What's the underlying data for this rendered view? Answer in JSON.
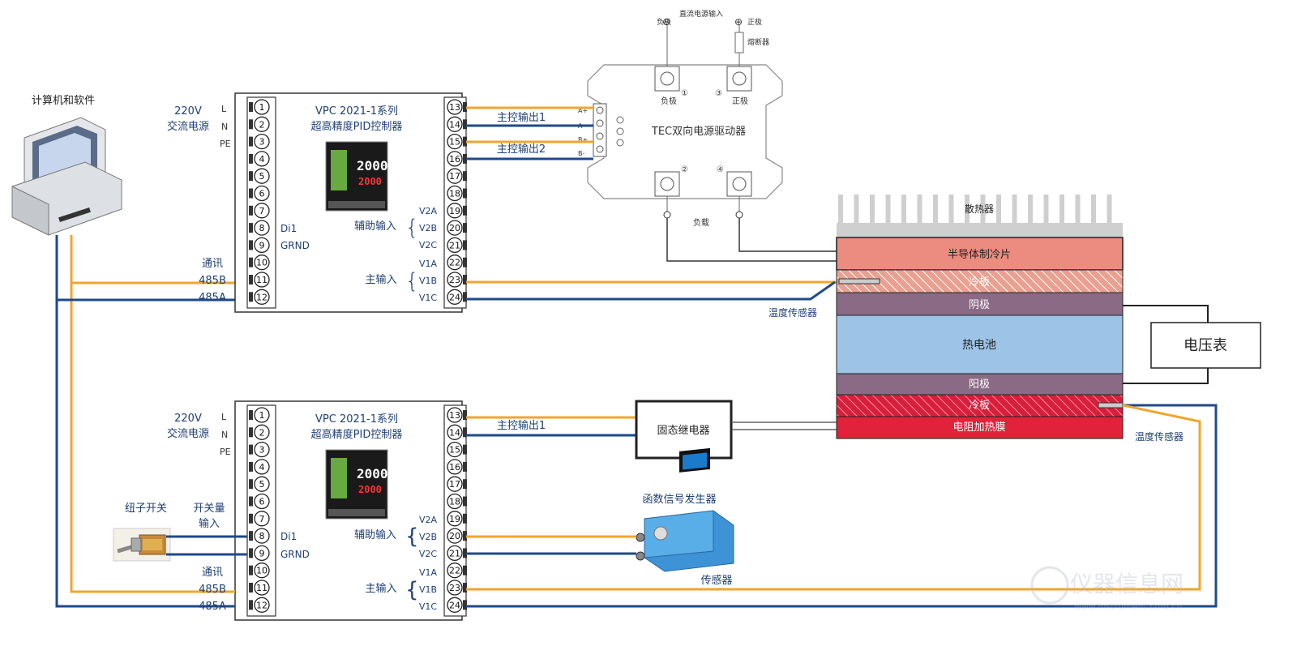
{
  "computer": {
    "label": "计算机和软件"
  },
  "controllers": [
    {
      "title": "VPC 2021-1系列",
      "subtitle": "超高精度PID控制器",
      "display_top": "2000",
      "display_bottom": "2000",
      "power_label": "220V",
      "power_label2": "交流电源",
      "L": "L",
      "N": "N",
      "PE": "PE",
      "di1": "Di1",
      "grnd": "GRND",
      "comm": "通讯",
      "b485": "485B",
      "a485": "485A",
      "aux_input": "辅助输入",
      "main_input": "主输入",
      "v2a": "V2A",
      "v2b": "V2B",
      "v2c": "V2C",
      "v1a": "V1A",
      "v1b": "V1B",
      "v1c": "V1C",
      "out1": "主控输出1",
      "out2": "主控输出2"
    },
    {
      "title": "VPC 2021-1系列",
      "subtitle": "超高精度PID控制器",
      "display_top": "2000",
      "display_bottom": "2000",
      "power_label": "220V",
      "power_label2": "交流电源",
      "L": "L",
      "N": "N",
      "PE": "PE",
      "di1": "Di1",
      "grnd": "GRND",
      "comm": "通讯",
      "b485": "485B",
      "a485": "485A",
      "aux_input": "辅助输入",
      "main_input": "主输入",
      "v2a": "V2A",
      "v2b": "V2B",
      "v2c": "V2C",
      "v1a": "V1A",
      "v1b": "V1B",
      "v1c": "V1C",
      "out1": "主控输出1",
      "toggle_label": "纽子开关",
      "switch_label1": "开关量",
      "switch_label2": "输入"
    }
  ],
  "terminals_left": [
    "1",
    "2",
    "3",
    "4",
    "5",
    "6",
    "7",
    "8",
    "9",
    "10",
    "11",
    "12"
  ],
  "terminals_right": [
    "13",
    "14",
    "15",
    "16",
    "17",
    "18",
    "19",
    "20",
    "21",
    "22",
    "23",
    "24"
  ],
  "tec_driver": {
    "title": "TEC双向电源驱动器",
    "neg": "负极",
    "pos": "正极",
    "dc_input": "直流电源输入",
    "fuse": "熔断器",
    "load": "负载",
    "term_neg": "负极",
    "term_pos": "正极",
    "n1": "①",
    "n2": "②",
    "n3": "③",
    "n4": "④",
    "ports": [
      "A+",
      "A-",
      "B+",
      "B-"
    ],
    "minus": "⊖",
    "plus": "⊕"
  },
  "stack": {
    "heatsink": "散热器",
    "peltier": "半导体制冷片",
    "cold_plate": "冷板",
    "cathode": "阴极",
    "cell": "热电池",
    "anode": "阳极",
    "cold_plate2": "冷板",
    "heater": "电阻加热膜",
    "voltmeter": "电压表",
    "temp_sensor1": "温度传感器",
    "temp_sensor2": "温度传感器"
  },
  "ssr": {
    "label": "固态继电器"
  },
  "fgen": {
    "label": "函数信号发生器",
    "sensor": "传感器"
  },
  "watermark": {
    "text": "仪器信息网",
    "sub": "www.instrument.com.cn"
  },
  "colors": {
    "orange": "#f0a530",
    "blue": "#1f4a8a",
    "peltier": "#ec8c80",
    "cathode": "#8a6a85",
    "cell": "#9dc3e6",
    "heater": "#e2213a"
  }
}
